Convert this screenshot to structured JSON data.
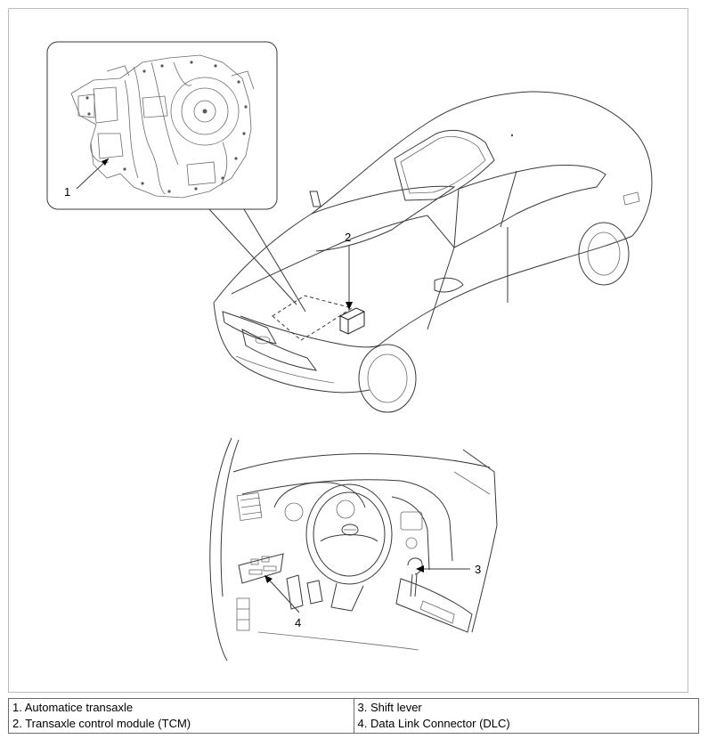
{
  "callouts": [
    {
      "id": "1",
      "label": "1"
    },
    {
      "id": "2",
      "label": "2"
    },
    {
      "id": "3",
      "label": "3"
    },
    {
      "id": "4",
      "label": "4"
    }
  ],
  "legend": {
    "left": [
      "1. Automatice transaxle",
      "2. Transaxle control module (TCM)"
    ],
    "right": [
      "3. Shift lever",
      "4. Data Link Connector (DLC)"
    ]
  }
}
